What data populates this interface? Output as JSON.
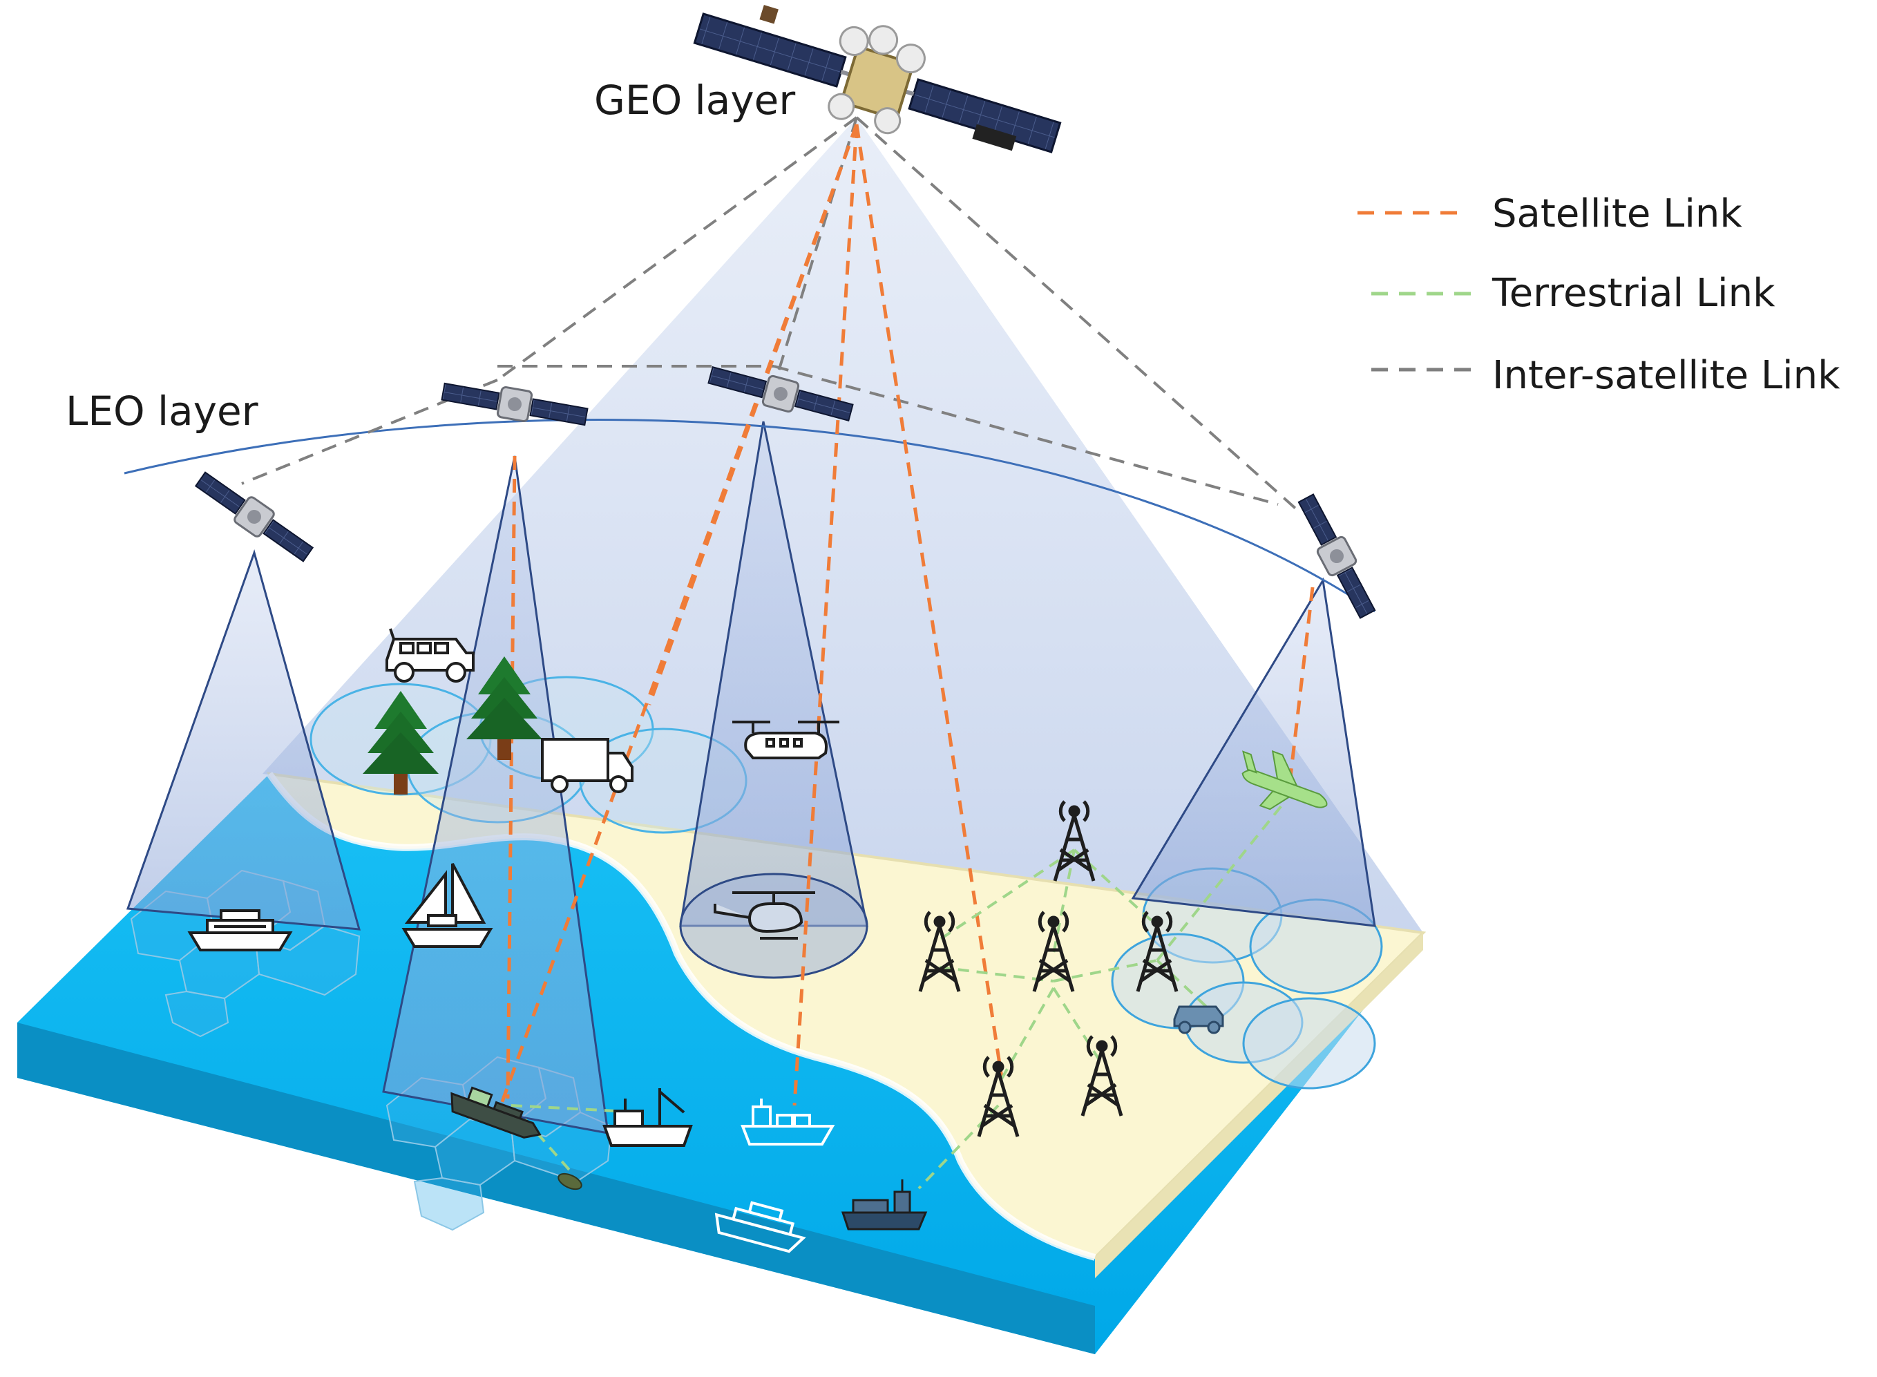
{
  "labels": {
    "geo_layer": "GEO layer",
    "leo_layer": "LEO layer"
  },
  "legend": [
    {
      "label": "Satellite Link",
      "color": "#f07c38",
      "icon": "legend-dash-orange"
    },
    {
      "label": "Terrestrial Link",
      "color": "#9fd68a",
      "icon": "legend-dash-green"
    },
    {
      "label": "Inter-satellite Link",
      "color": "#808080",
      "icon": "legend-dash-gray"
    }
  ],
  "colors": {
    "sea": "#0ab4f0",
    "land": "#fbf6d2",
    "beam": "#c9d6ee",
    "orbit": "#3d6fb8",
    "solar_panel": "#1f2d52",
    "tower": "#1e1e1e",
    "cell_outline": "#4ab3e6"
  },
  "icons": [
    "geo-satellite-icon",
    "leo-satellite-icon",
    "cell-tower-icon",
    "tree-icon",
    "military-vehicle-icon",
    "truck-icon",
    "helicopter-icon",
    "airplane-icon",
    "cruise-ship-icon",
    "sailboat-icon",
    "fishing-boat-icon",
    "cargo-ship-icon"
  ]
}
